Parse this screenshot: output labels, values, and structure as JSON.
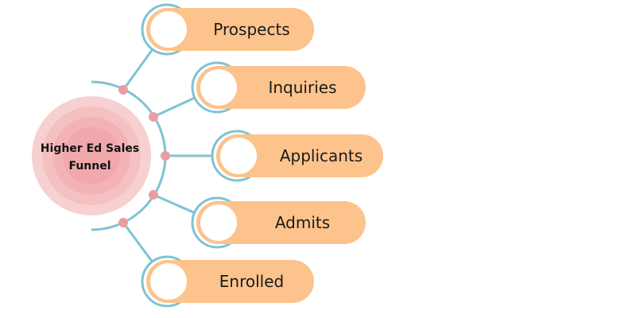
{
  "title": {
    "line1": "Higher Ed Sales",
    "line2": "Funnel"
  },
  "stages": [
    {
      "label": "Prospects"
    },
    {
      "label": "Inquiries"
    },
    {
      "label": "Applicants"
    },
    {
      "label": "Admits"
    },
    {
      "label": "Enrolled"
    }
  ],
  "colors": {
    "ring": "#7ec3d3",
    "pill": "#fdc38c",
    "dot": "#ec9da2",
    "center": "#f3a7ab"
  }
}
